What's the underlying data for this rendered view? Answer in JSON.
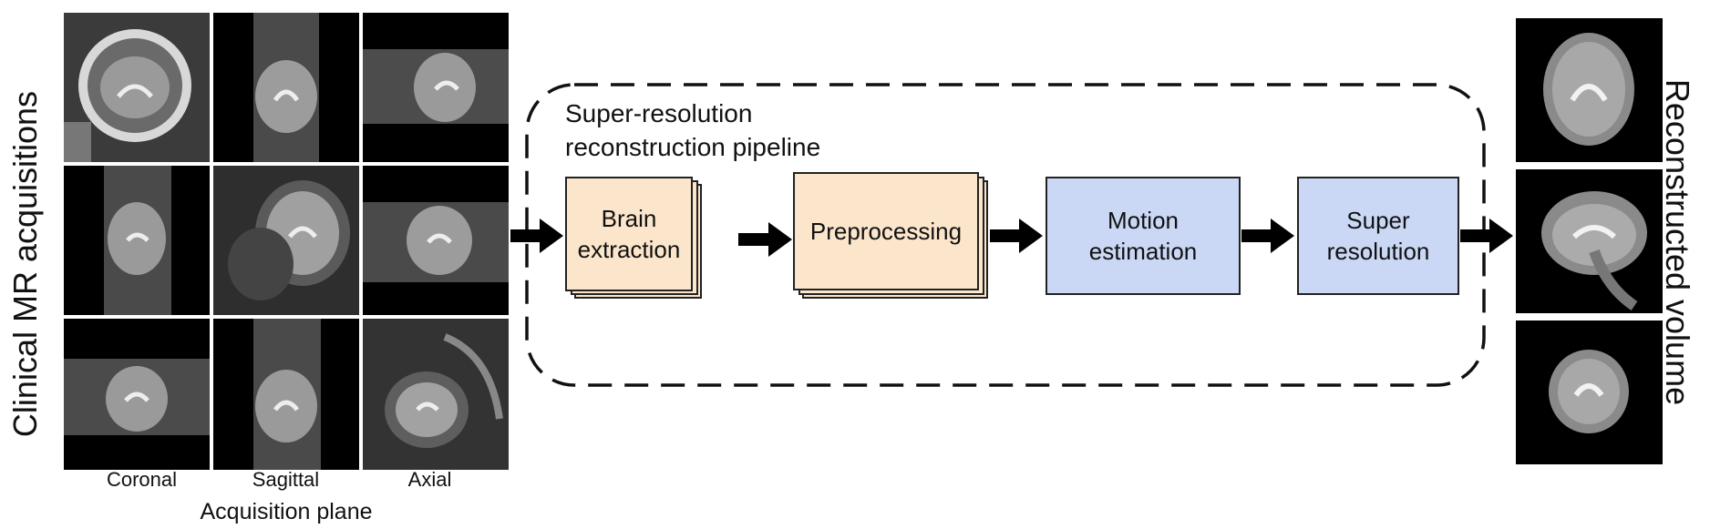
{
  "left_axis_label": "Clinical MR acquisitions",
  "right_axis_label": "Reconstructed volume",
  "acquisition_planes": [
    "Coronal",
    "Sagittal",
    "Axial"
  ],
  "acquisition_axis_title": "Acquisition plane",
  "pipeline": {
    "title_line1": "Super-resolution",
    "title_line2": "reconstruction pipeline",
    "steps": [
      {
        "line1": "Brain",
        "line2": "extraction",
        "color": "#fce6cb"
      },
      {
        "line1": "Preprocessing",
        "line2": "",
        "color": "#fce6cb"
      },
      {
        "line1": "Motion",
        "line2": "estimation",
        "color": "#cad8f5"
      },
      {
        "line1": "Super",
        "line2": "resolution",
        "color": "#cad8f5"
      }
    ]
  },
  "colors": {
    "preprocessing_fill": "#fce6cb",
    "reconstruction_fill": "#cad8f5",
    "arrow": "#000000"
  }
}
